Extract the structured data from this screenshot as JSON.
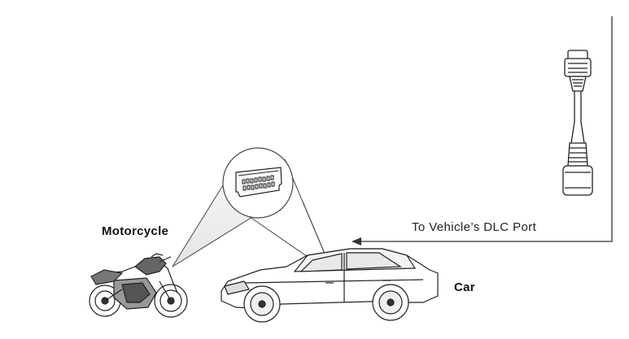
{
  "labels": {
    "motorcycle": "Motorcycle",
    "car": "Car",
    "dlc_port": "To Vehicle’s DLC Port"
  },
  "icons": {
    "connector": "obd-connector-icon",
    "cable": "diagnostic-cable-icon",
    "motorcycle": "motorcycle-icon",
    "car": "car-icon",
    "arrow": "arrow-left-icon"
  },
  "colors": {
    "line": "#333333",
    "beam": "#e6e6e6"
  }
}
